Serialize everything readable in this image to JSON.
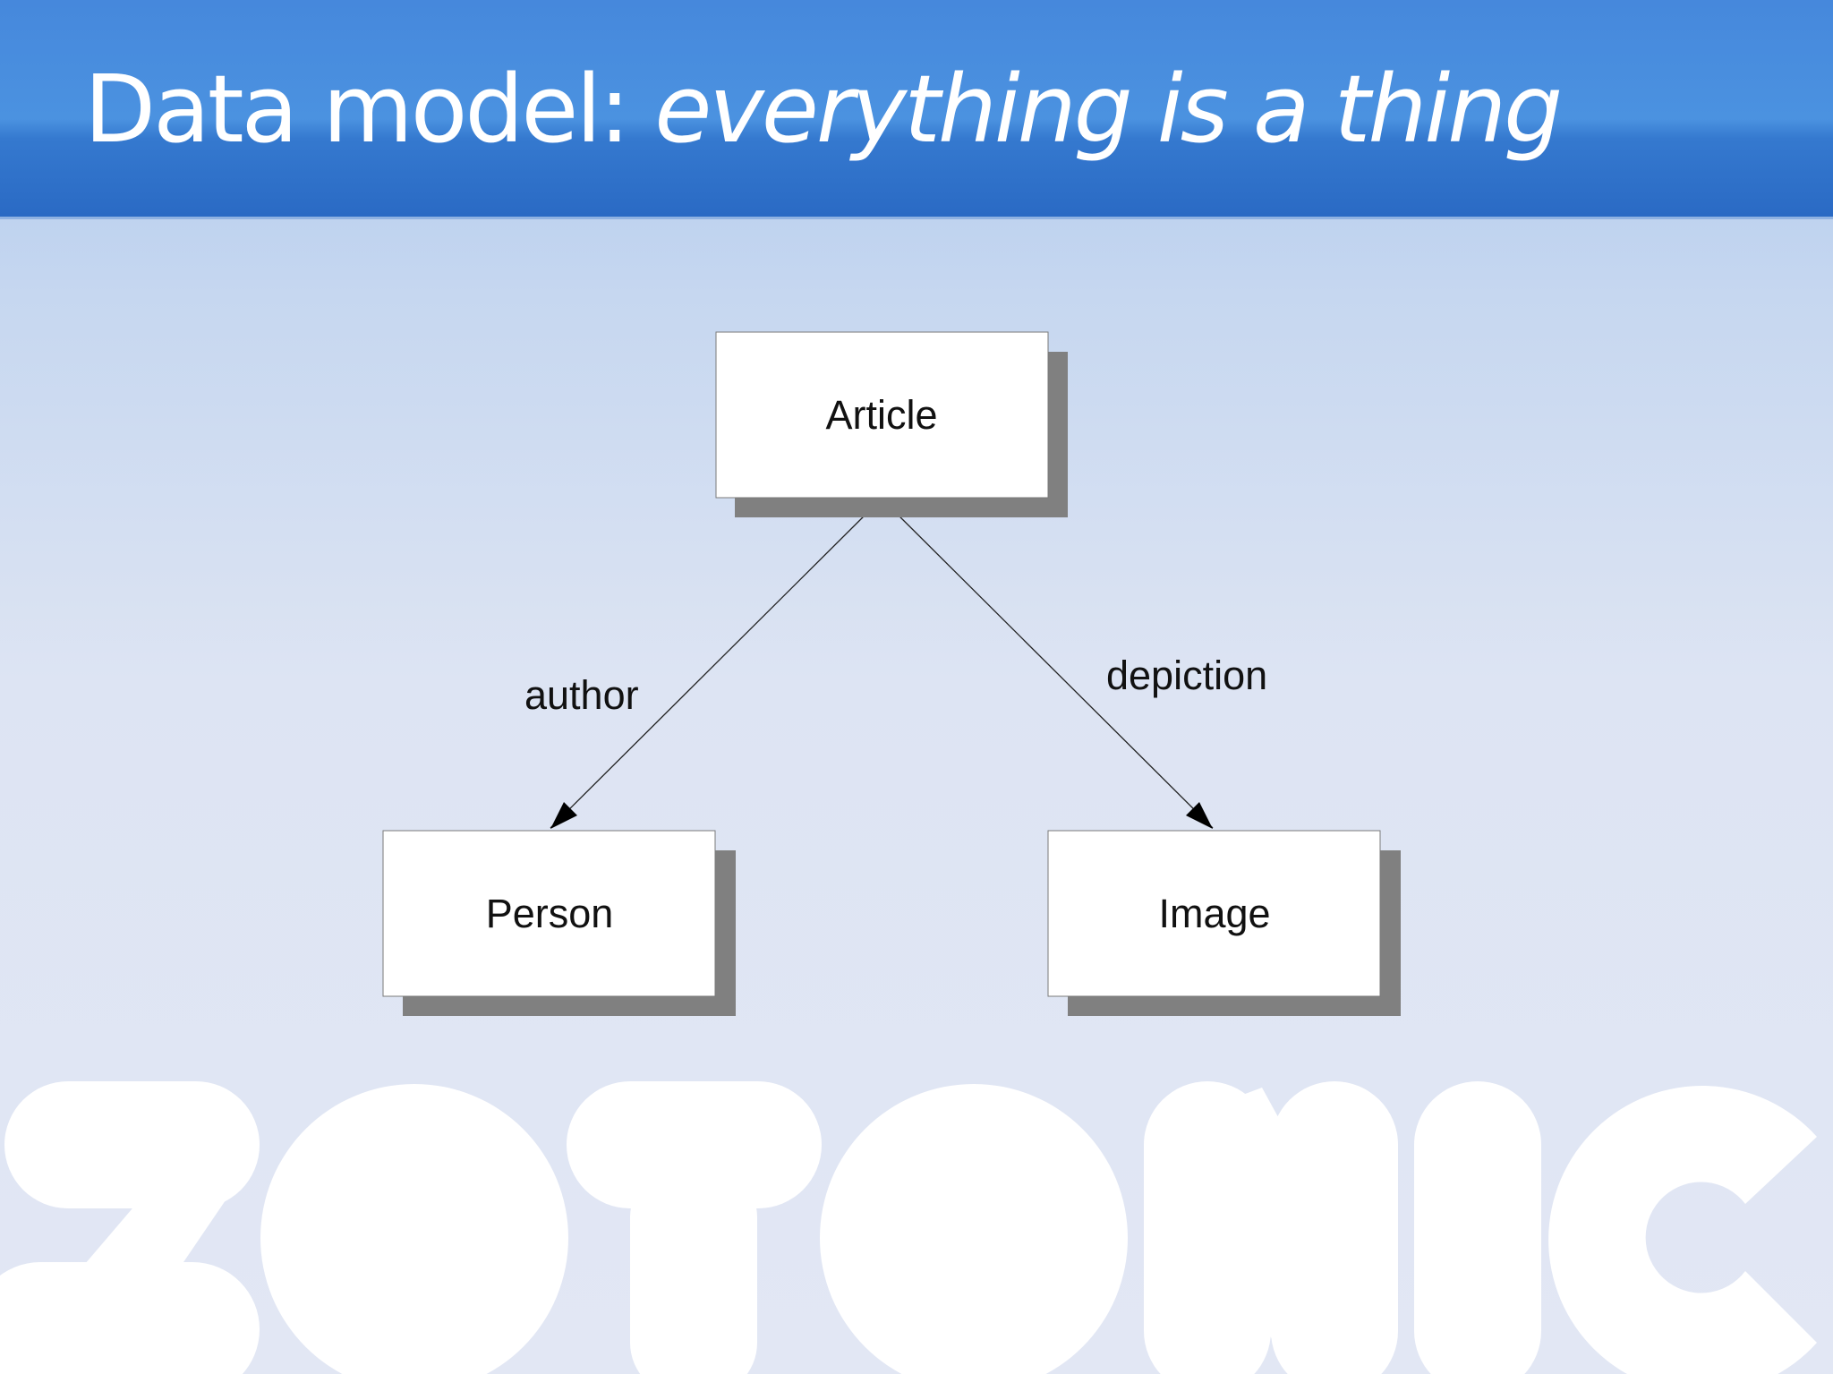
{
  "slide": {
    "title": "Data model:",
    "title_italic": "everything is a thing"
  },
  "diagram": {
    "nodes": [
      {
        "id": "article",
        "label": "Article"
      },
      {
        "id": "person",
        "label": "Person"
      },
      {
        "id": "image",
        "label": "Image"
      }
    ],
    "edges": [
      {
        "from": "article",
        "to": "person",
        "label": "author"
      },
      {
        "from": "article",
        "to": "image",
        "label": "depiction"
      }
    ]
  },
  "watermark": {
    "text": "ZOTONIC",
    "color": "#ffffff"
  },
  "colors": {
    "header_blue": "#4688dc",
    "node_fill": "#ffffff",
    "node_shadow": "#808080",
    "edge_line": "#222222"
  }
}
